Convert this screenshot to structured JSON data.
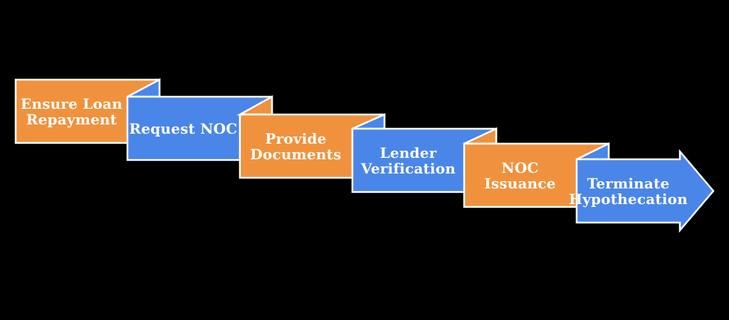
{
  "diagram": {
    "type": "process-flow",
    "background_color": "#000000",
    "outline_color": "#FFFFFF",
    "text_color": "#FFFFFF",
    "orange": "#F0923D",
    "blue": "#4A86E8",
    "steps": [
      {
        "label_lines": [
          "Ensure Loan",
          "Repayment"
        ],
        "color": "#F0923D",
        "shape": "fold-box"
      },
      {
        "label_lines": [
          "Request NOC"
        ],
        "color": "#4A86E8",
        "shape": "fold-box"
      },
      {
        "label_lines": [
          "Provide",
          "Documents"
        ],
        "color": "#F0923D",
        "shape": "fold-box"
      },
      {
        "label_lines": [
          "Lender",
          "Verification"
        ],
        "color": "#4A86E8",
        "shape": "fold-box"
      },
      {
        "label_lines": [
          "NOC",
          "Issuance"
        ],
        "color": "#F0923D",
        "shape": "fold-box"
      },
      {
        "label_lines": [
          "Terminate",
          "Hypothecation"
        ],
        "color": "#4A86E8",
        "shape": "arrow"
      }
    ]
  }
}
